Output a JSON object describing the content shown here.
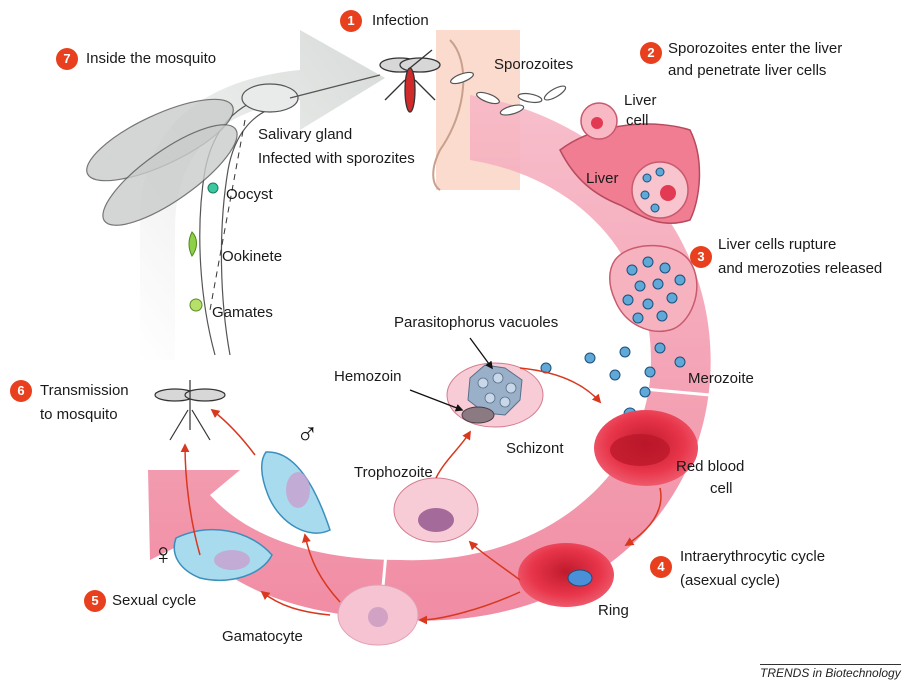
{
  "steps": [
    {
      "number": "1",
      "text": "Infection"
    },
    {
      "number": "2",
      "text": "Sporozoites enter the liver",
      "text2": "and penetrate liver cells"
    },
    {
      "number": "3",
      "text": "Liver cells rupture",
      "text2": "and merozoties released"
    },
    {
      "number": "4",
      "text": "Intraerythrocytic cycle",
      "text2": "(asexual cycle)"
    },
    {
      "number": "5",
      "text": "Sexual cycle"
    },
    {
      "number": "6",
      "text": "Transmission",
      "text2": "to mosquito"
    },
    {
      "number": "7",
      "text": "Inside the mosquito"
    }
  ],
  "labels": {
    "sporozoites": "Sporozoites",
    "liver_cell_1": "Liver",
    "liver_cell_2": "cell",
    "liver": "Liver",
    "salivary_1": "Salivary gland",
    "salivary_2": "Infected with sporozites",
    "oocyst": "Oocyst",
    "ookinete": "Ookinete",
    "gamates": "Gamates",
    "parasitophorus": "Parasitophorus vacuoles",
    "hemozoin": "Hemozoin",
    "merozoite": "Merozoite",
    "schizont": "Schizont",
    "rbc_1": "Red blood",
    "rbc_2": "cell",
    "trophozoite": "Trophozoite",
    "ring": "Ring",
    "gamatocyte": "Gamatocyte",
    "male_symbol": "♂",
    "female_symbol": "♀"
  },
  "credit": "TRENDS in Biotechnology",
  "colors": {
    "step_badge": "#e8401e",
    "pink_band": "#f2a0b4",
    "grey_arrow": "#d6d9d7",
    "red_cell": "#e8354a",
    "skin": "#f9d6c8"
  }
}
